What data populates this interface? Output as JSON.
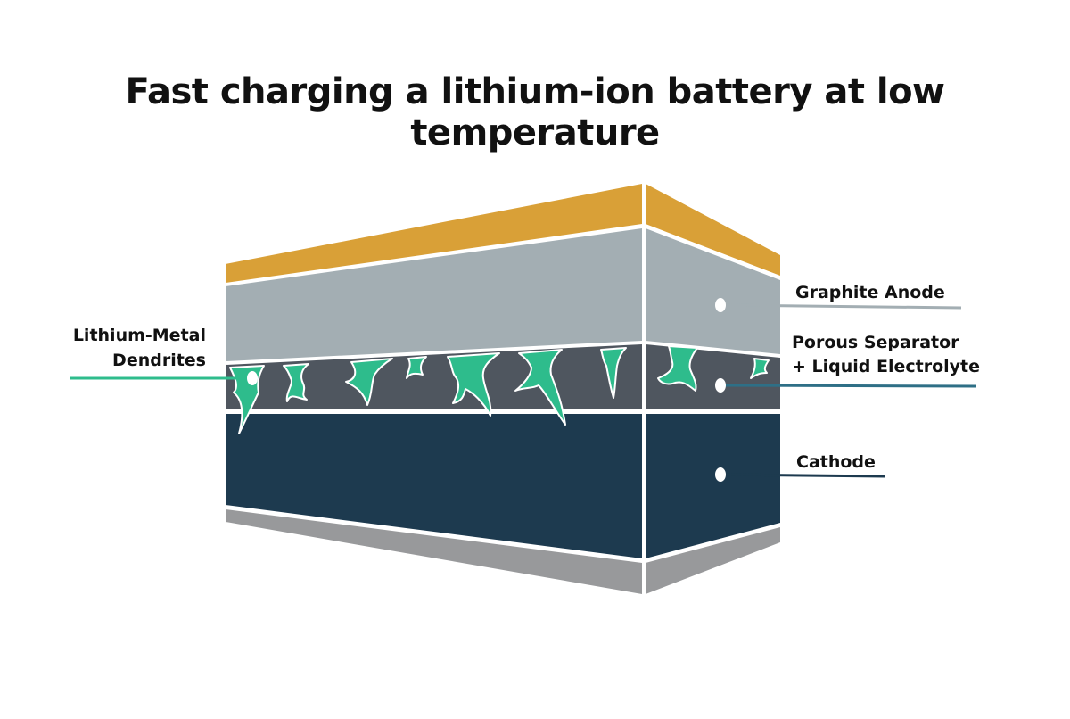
{
  "title": "Fast charging a lithium-ion battery at low temperature",
  "labels": {
    "anode": "Graphite Anode",
    "separator_line1": "Porous Separator",
    "separator_line2": "+ Liquid Electrolyte",
    "cathode": "Cathode",
    "dendrites_line1": "Lithium-Metal",
    "dendrites_line2": "Dendrites"
  },
  "colors": {
    "current_collector_top": "#D9A037",
    "anode": "#A3AEB3",
    "separator": "#4F565F",
    "dendrite": "#2EBC8C",
    "cathode": "#1D3A4F",
    "current_collector_bottom": "#98999B",
    "anode_leader": "#A3AEB3",
    "separator_leader": "#2E6F86",
    "cathode_leader": "#1D3A4F",
    "dendrite_leader": "#2EBC8C"
  }
}
